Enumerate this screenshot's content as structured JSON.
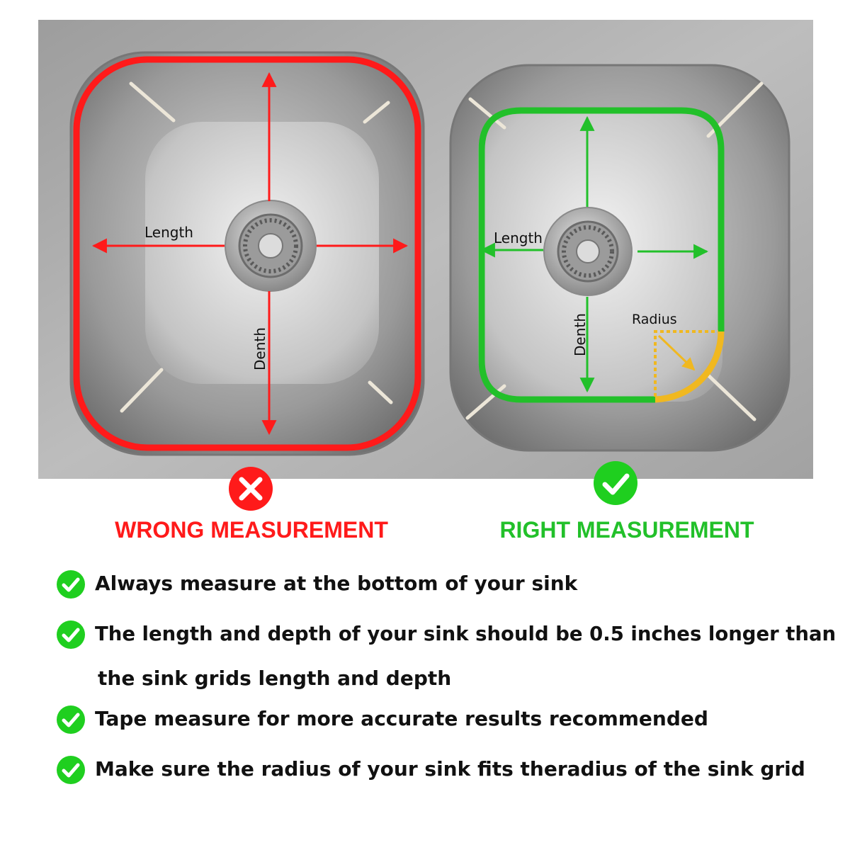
{
  "colors": {
    "wrong": "#ff1a1a",
    "right": "#22c02a",
    "radius": "#f0b820",
    "check": "#1fcf1f",
    "text": "#111111"
  },
  "left_sink": {
    "length_label": "Length",
    "depth_label": "Denth"
  },
  "right_sink": {
    "length_label": "Length",
    "depth_label": "Denth",
    "radius_label": "Radius"
  },
  "verdicts": {
    "wrong_icon": "x-circle-icon",
    "wrong": "WRONG MEASUREMENT",
    "right_icon": "check-circle-icon",
    "right": "RIGHT MEASUREMENT"
  },
  "tips": [
    {
      "icon": "check-circle-icon",
      "line1": "Always measure at the bottom of your sink",
      "line2": ""
    },
    {
      "icon": "check-circle-icon",
      "line1": "The length and depth of your sink should be 0.5 inches longer than",
      "line2": "the sink grids length and depth"
    },
    {
      "icon": "check-circle-icon",
      "line1": "Tape measure for more accurate results recommended",
      "line2": ""
    },
    {
      "icon": "check-circle-icon",
      "line1": "Make sure the radius of your sink fits theradius of the sink grid",
      "line2": ""
    }
  ]
}
